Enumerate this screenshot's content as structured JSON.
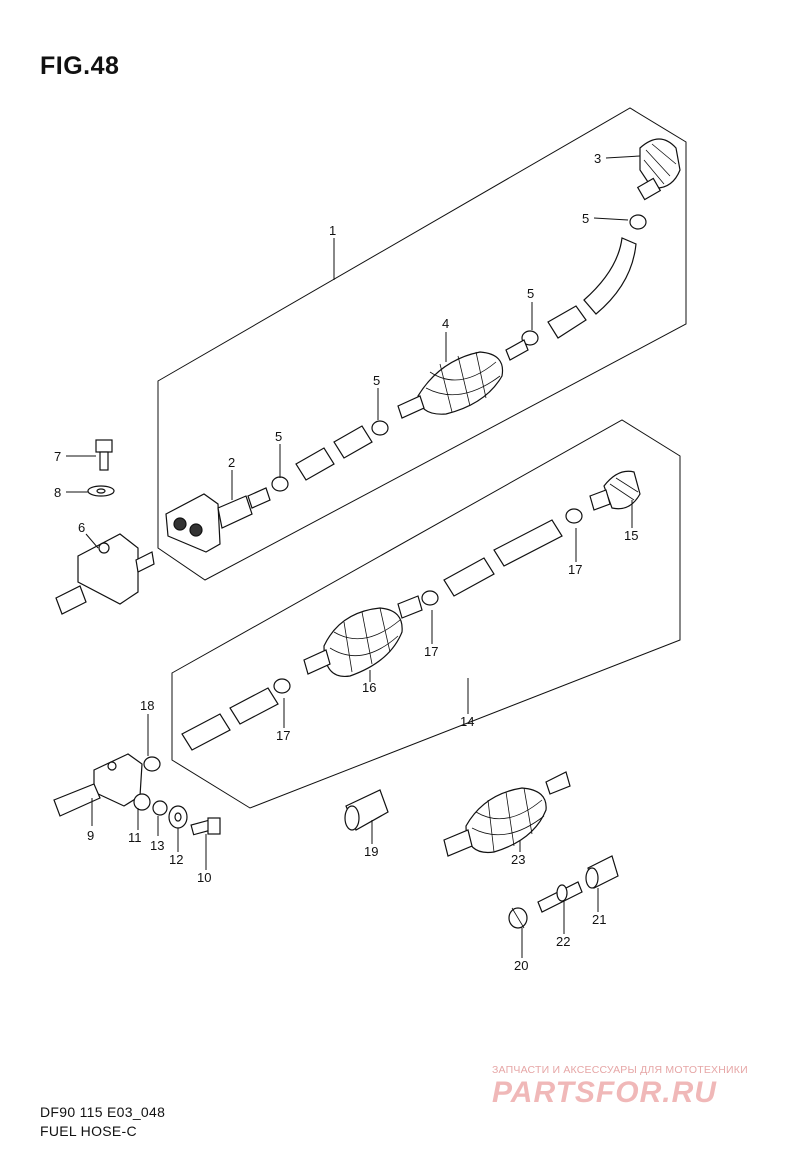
{
  "figure": {
    "title": "FIG.48"
  },
  "callouts": [
    {
      "id": "c1",
      "label": "1"
    },
    {
      "id": "c2",
      "label": "2"
    },
    {
      "id": "c3",
      "label": "3"
    },
    {
      "id": "c4",
      "label": "4"
    },
    {
      "id": "c5a",
      "label": "5"
    },
    {
      "id": "c5b",
      "label": "5"
    },
    {
      "id": "c5c",
      "label": "5"
    },
    {
      "id": "c5d",
      "label": "5"
    },
    {
      "id": "c6",
      "label": "6"
    },
    {
      "id": "c7",
      "label": "7"
    },
    {
      "id": "c8",
      "label": "8"
    },
    {
      "id": "c9",
      "label": "9"
    },
    {
      "id": "c10",
      "label": "10"
    },
    {
      "id": "c11",
      "label": "11"
    },
    {
      "id": "c12",
      "label": "12"
    },
    {
      "id": "c13",
      "label": "13"
    },
    {
      "id": "c14",
      "label": "14"
    },
    {
      "id": "c15",
      "label": "15"
    },
    {
      "id": "c16",
      "label": "16"
    },
    {
      "id": "c17a",
      "label": "17"
    },
    {
      "id": "c17b",
      "label": "17"
    },
    {
      "id": "c17c",
      "label": "17"
    },
    {
      "id": "c18",
      "label": "18"
    },
    {
      "id": "c19",
      "label": "19"
    },
    {
      "id": "c20",
      "label": "20"
    },
    {
      "id": "c21",
      "label": "21"
    },
    {
      "id": "c22",
      "label": "22"
    },
    {
      "id": "c23",
      "label": "23"
    }
  ],
  "footer": {
    "code": "DF90 115 E03_048",
    "name": "FUEL HOSE-C"
  },
  "watermark": {
    "caption": "ЗАПЧАСТИ И АКСЕССУАРЫ ДЛЯ МОТОТЕХНИКИ",
    "logo": "PARTSFOR.RU"
  }
}
